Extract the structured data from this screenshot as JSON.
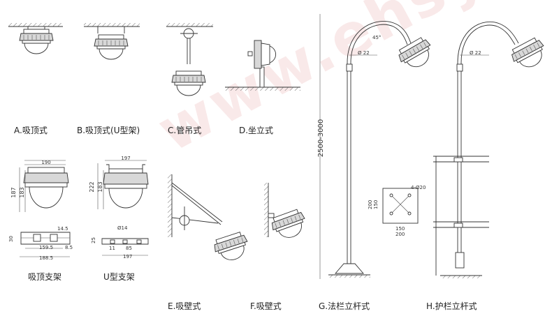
{
  "labels": {
    "a": "A.吸顶式",
    "b": "B.吸顶式(U型架)",
    "c": "C.管吊式",
    "d": "D.坐立式",
    "e": "E.吸壁式",
    "f": "F.吸壁式",
    "g": "G.法栏立杆式",
    "h": "H.护栏立杆式",
    "ceiling_bracket": "吸顶支架",
    "u_bracket": "U型支架"
  },
  "dims": {
    "a_width": "190",
    "a_h1": "187",
    "a_h2": "183",
    "b_width": "197",
    "b_h1": "222",
    "b_h2": "183",
    "cb_30": "30",
    "cb_14_5": "14.5",
    "cb_159_5": "159.5",
    "cb_8_5": "8.5",
    "cb_188_5": "188.5",
    "ub_25": "25",
    "ub_phi14": "Ø14",
    "ub_11": "11",
    "ub_85": "85",
    "ub_197": "197",
    "pole_height": "2500-3000",
    "g_phi": "Ø 22",
    "h_phi": "Ø 22",
    "g_angle": "45°",
    "plate_4phi": "4-Ø20",
    "plate_150a": "150",
    "plate_200a": "200",
    "plate_150b": "150",
    "plate_200b": "200"
  },
  "watermark": "www.ehsy.com"
}
